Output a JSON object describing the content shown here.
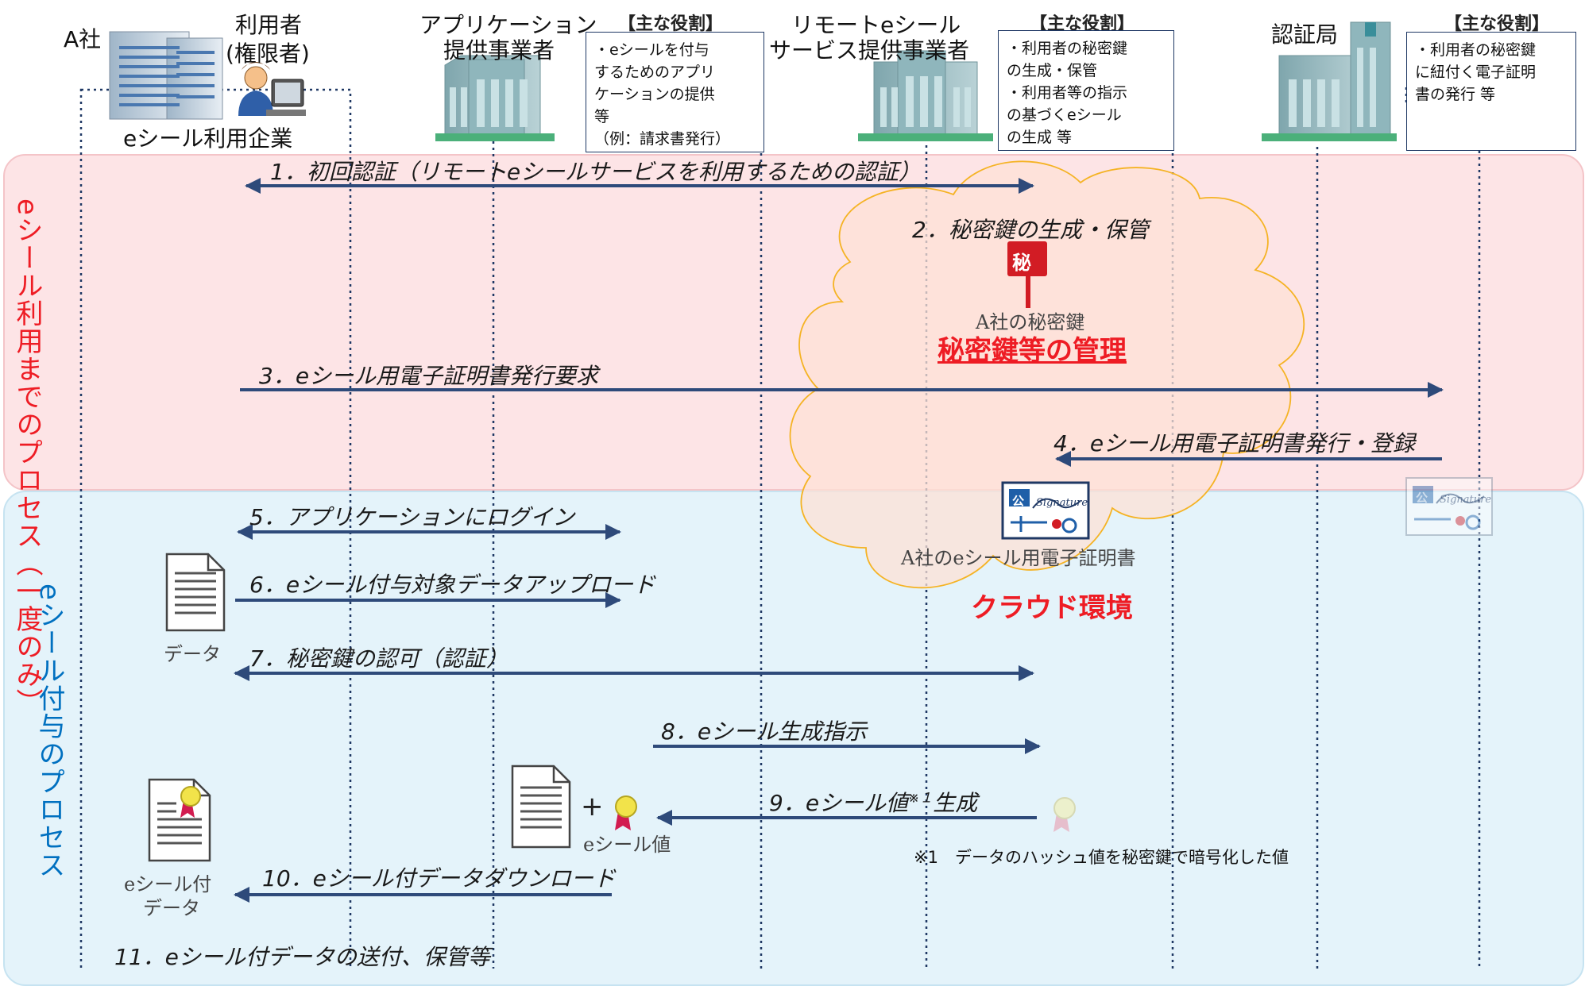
{
  "actors": {
    "company_a": "A社",
    "user_line1": "利用者",
    "user_line2": "(権限者)",
    "enterprise": "eシール利用企業",
    "app_line1": "アプリケーション",
    "app_line2": "提供事業者",
    "remote_line1": "リモートeシール",
    "remote_line2": "サービス提供事業者",
    "ca": "認証局"
  },
  "roles": {
    "heading": "【主な役割】",
    "app": [
      "・eシールを付与",
      "するためのアプリ",
      "ケーションの提供",
      "等",
      "（例：請求書発行）"
    ],
    "remote": [
      "・利用者の秘密鍵",
      "の生成・保管",
      "・利用者等の指示",
      "の基づくeシール",
      "の生成 等"
    ],
    "ca": [
      "・利用者の秘密鍵",
      "に紐付く電子証明",
      "書の発行 等"
    ]
  },
  "sections": {
    "setup": "eシール利用までのプロセス（一度のみ）",
    "sealing": "eシール付与のプロセス"
  },
  "steps": {
    "s1": "1．初回認証（リモートeシールサービスを利用するための認証）",
    "s2": "2．秘密鍵の生成・保管",
    "s3": "3．eシール用電子証明書発行要求",
    "s4": "4．eシール用電子証明書発行・登録",
    "s5": "5．アプリケーションにログイン",
    "s6": "6．eシール付与対象データアップロード",
    "s7": "7．秘密鍵の認可（認証）",
    "s8": "8．eシール生成指示",
    "s9": "9．eシール値",
    "s9_sup": "※１",
    "s9_tail": "生成",
    "s10": "10．eシール付データダウンロード",
    "s11": "11．eシール付データの送付、保管等"
  },
  "cloud": {
    "key_badge": "秘",
    "key_caption": "A社の秘密鍵",
    "key_mgmt": "秘密鍵等の管理",
    "cert_badge": "公",
    "cert_sig": "Signature",
    "cert_caption": "A社のeシール用電子証明書",
    "env_label": "クラウド環境"
  },
  "docs": {
    "data": "データ",
    "plus": "+",
    "seal_value": "eシール値",
    "sealed_line1": "eシール付",
    "sealed_line2": "データ"
  },
  "footnote": "※1　データのハッシュ値を秘密鍵で暗号化した値",
  "colors": {
    "arrow": "#2e4a7a",
    "red": "#ee1c24",
    "blue": "#0070c0",
    "band_pink": "#fde4e6",
    "band_blue": "#e4f3fa",
    "cloud_stroke": "#f5b324"
  }
}
